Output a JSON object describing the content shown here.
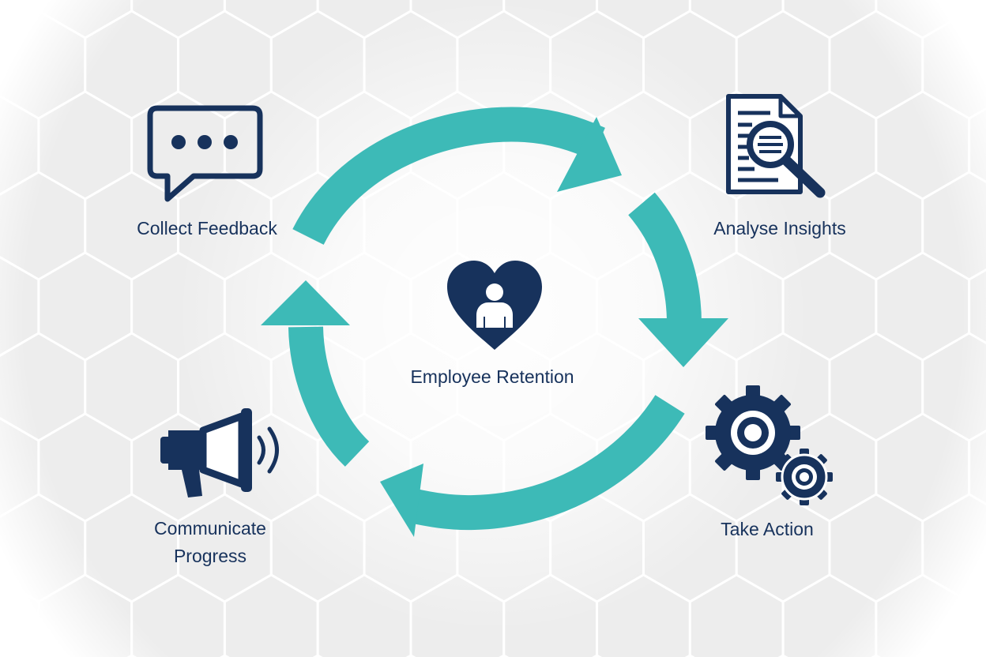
{
  "diagram": {
    "center": {
      "label": "Employee Retention",
      "icon": "heart-person-icon"
    },
    "steps": [
      {
        "id": "collect",
        "label": "Collect Feedback",
        "icon": "speech-bubble-icon"
      },
      {
        "id": "analyse",
        "label": "Analyse Insights",
        "icon": "document-magnifier-icon"
      },
      {
        "id": "action",
        "label": "Take Action",
        "icon": "gears-icon"
      },
      {
        "id": "communicate",
        "label_lines": [
          "Communicate",
          "Progress"
        ],
        "icon": "megaphone-icon"
      }
    ],
    "colors": {
      "arrow": "#3dbab7",
      "icon": "#17325c",
      "text": "#17325c",
      "hexagon_fill": "#ededed",
      "hexagon_stroke": "#ffffff"
    }
  }
}
